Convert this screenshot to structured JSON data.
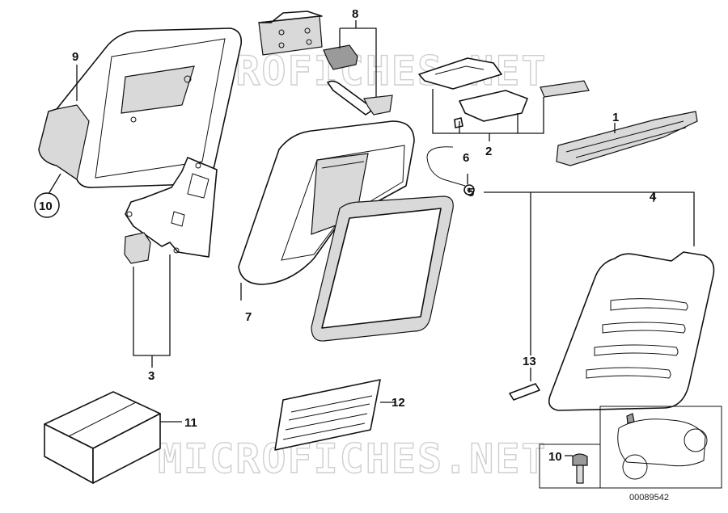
{
  "watermark": "MICROFICHES.NET",
  "diagram_number": "00089542",
  "callouts": {
    "c1": "1",
    "c2": "2",
    "c3": "3",
    "c4": "4",
    "c5": "5",
    "c6": "6",
    "c7": "7",
    "c8": "8",
    "c9": "9",
    "c10": "10",
    "c11": "11",
    "c12": "12",
    "c13": "13",
    "c10_inset": "10"
  },
  "colors": {
    "line": "#111111",
    "shade": "#d9d9d9",
    "watermark": "#cfcfcf"
  }
}
